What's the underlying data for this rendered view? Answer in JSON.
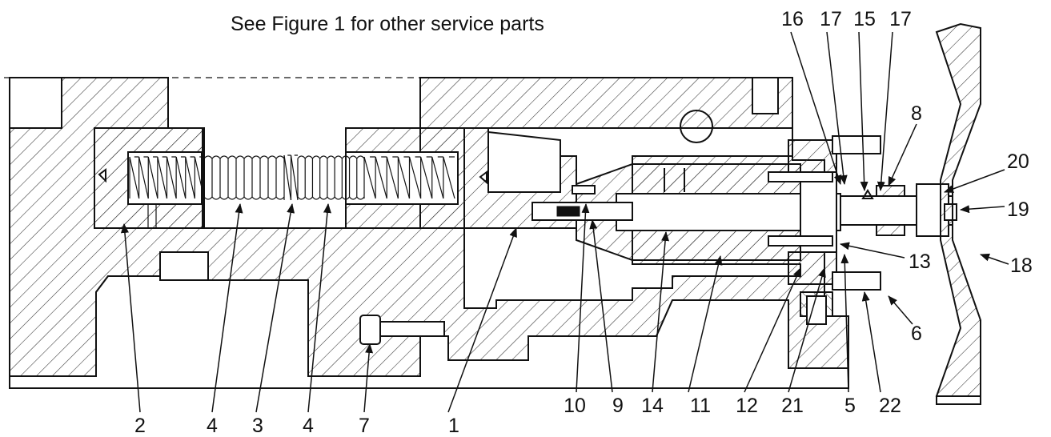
{
  "caption": "See Figure 1 for other service parts",
  "callouts": {
    "c1": "1",
    "c2": "2",
    "c3": "3",
    "c4a": "4",
    "c4b": "4",
    "c5": "5",
    "c6": "6",
    "c7": "7",
    "c8": "8",
    "c9": "9",
    "c10": "10",
    "c11": "11",
    "c12": "12",
    "c13": "13",
    "c14": "14",
    "c15": "15",
    "c16": "16",
    "c17a": "17",
    "c17b": "17",
    "c18": "18",
    "c19": "19",
    "c20": "20",
    "c21": "21",
    "c22": "22"
  }
}
